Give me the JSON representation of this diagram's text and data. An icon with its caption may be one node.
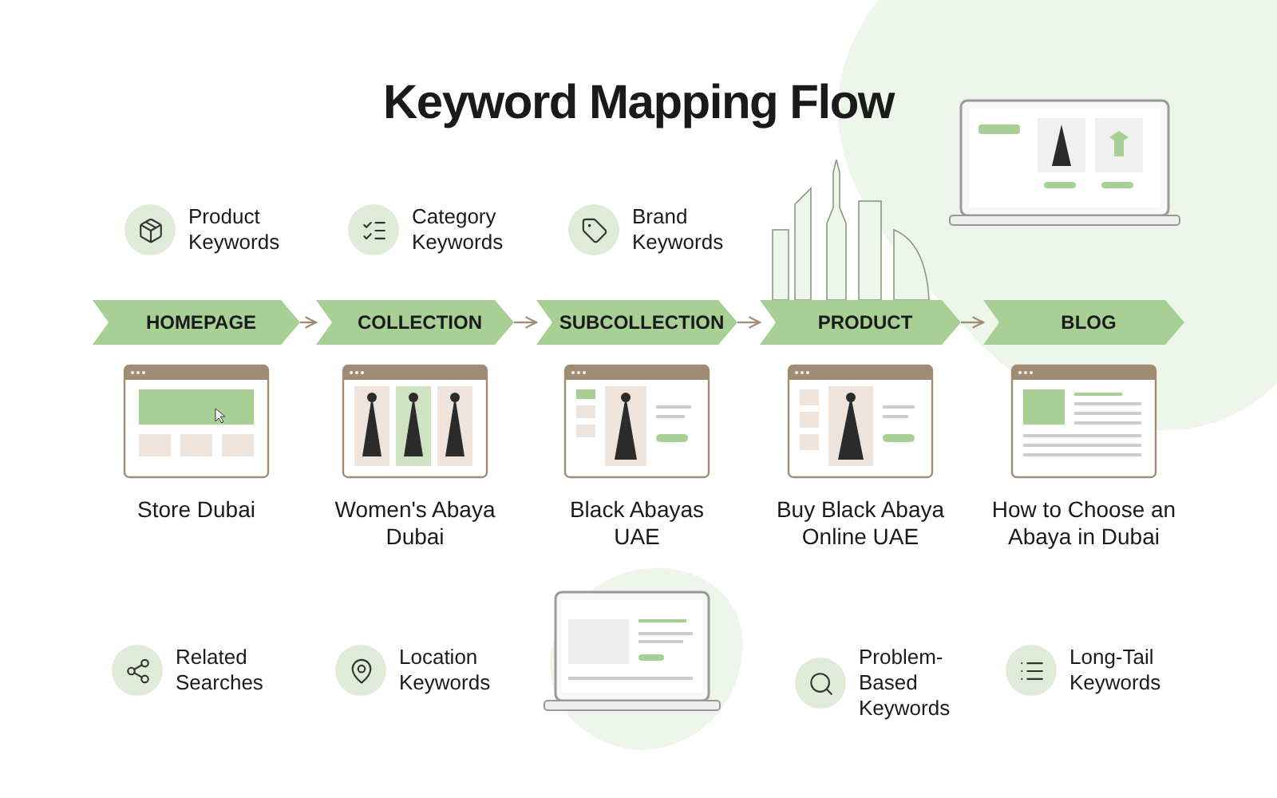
{
  "diagram": {
    "title": "Keyword Mapping Flow",
    "nodes": [
      {
        "text": [
          "HOMEPAGE"
        ]
      },
      {
        "text": [
          "COLLECTION"
        ]
      },
      {
        "text": [
          "SUBCOLLECTION"
        ]
      },
      {
        "text": [
          "PRODUCT"
        ]
      },
      {
        "text": [
          "BLOG"
        ]
      }
    ],
    "edges": [
      {
        "from": 0,
        "to": 1,
        "arrow": "to"
      },
      {
        "from": 1,
        "to": 2,
        "arrow": "to"
      },
      {
        "from": 2,
        "to": 3,
        "arrow": "to"
      },
      {
        "from": 3,
        "to": 4,
        "arrow": "to"
      }
    ],
    "labels": [
      "Product Keywords",
      "Category Keywords",
      "Brand Keywords",
      "Store Dubai",
      "Women's Abaya Dubai",
      "Black Abayas UAE",
      "Buy Black Abaya Online UAE",
      "How to Choose an Abaya in Dubai",
      "Related Searches",
      "Location Keywords",
      "Problem-Based Keywords",
      "Long-Tail Keywords"
    ]
  }
}
